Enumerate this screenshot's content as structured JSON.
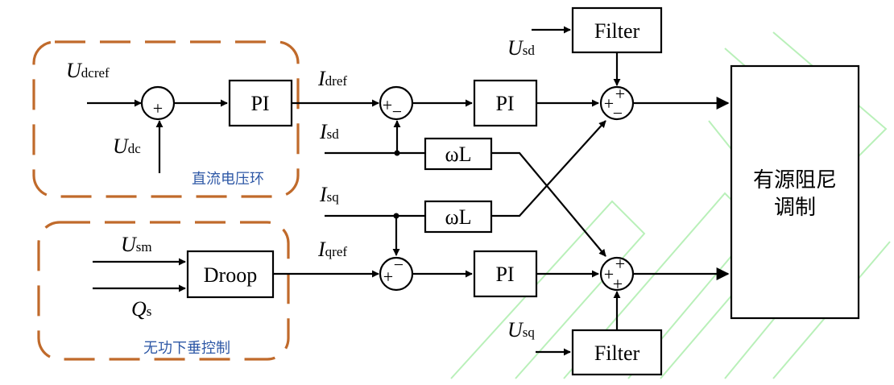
{
  "signals": {
    "u_dcref": {
      "main": "U",
      "sub": "dcref"
    },
    "u_dc": {
      "main": "U",
      "sub": "dc"
    },
    "i_dref": {
      "main": "I",
      "sub": "dref"
    },
    "i_sd": {
      "main": "I",
      "sub": "sd"
    },
    "i_sq": {
      "main": "I",
      "sub": "sq"
    },
    "i_qref": {
      "main": "I",
      "sub": "qref"
    },
    "u_sd": {
      "main": "U",
      "sub": "sd"
    },
    "u_sq": {
      "main": "U",
      "sub": "sq"
    },
    "u_sm": {
      "main": "U",
      "sub": "sm"
    },
    "q_s": {
      "main": "Q",
      "sub": "s"
    }
  },
  "blocks": {
    "pi_voltage": "PI",
    "pi_d": "PI",
    "pi_q": "PI",
    "filter_top": "Filter",
    "filter_bottom": "Filter",
    "wl_top": "ωL",
    "wl_bottom": "ωL",
    "droop": "Droop",
    "modulation_line1": "有源阻尼",
    "modulation_line2": "调制"
  },
  "group_labels": {
    "dc_voltage_loop": "直流电压环",
    "reactive_droop": "无功下垂控制"
  },
  "signs": {
    "sum_vdc": {
      "bottom": "+"
    },
    "sum_d": {
      "left": "+",
      "bottom": "−"
    },
    "sum_q": {
      "left": "+",
      "top": "−"
    },
    "sum_out_top": {
      "top": "+",
      "left": "+",
      "bottom": "−"
    },
    "sum_out_bottom": {
      "top": "+",
      "left": "+",
      "bottom": "+"
    }
  },
  "colors": {
    "dashed_border": "#c06a2b",
    "chinese_label": "#2e58a6",
    "watermark": "#b9f0b9"
  }
}
